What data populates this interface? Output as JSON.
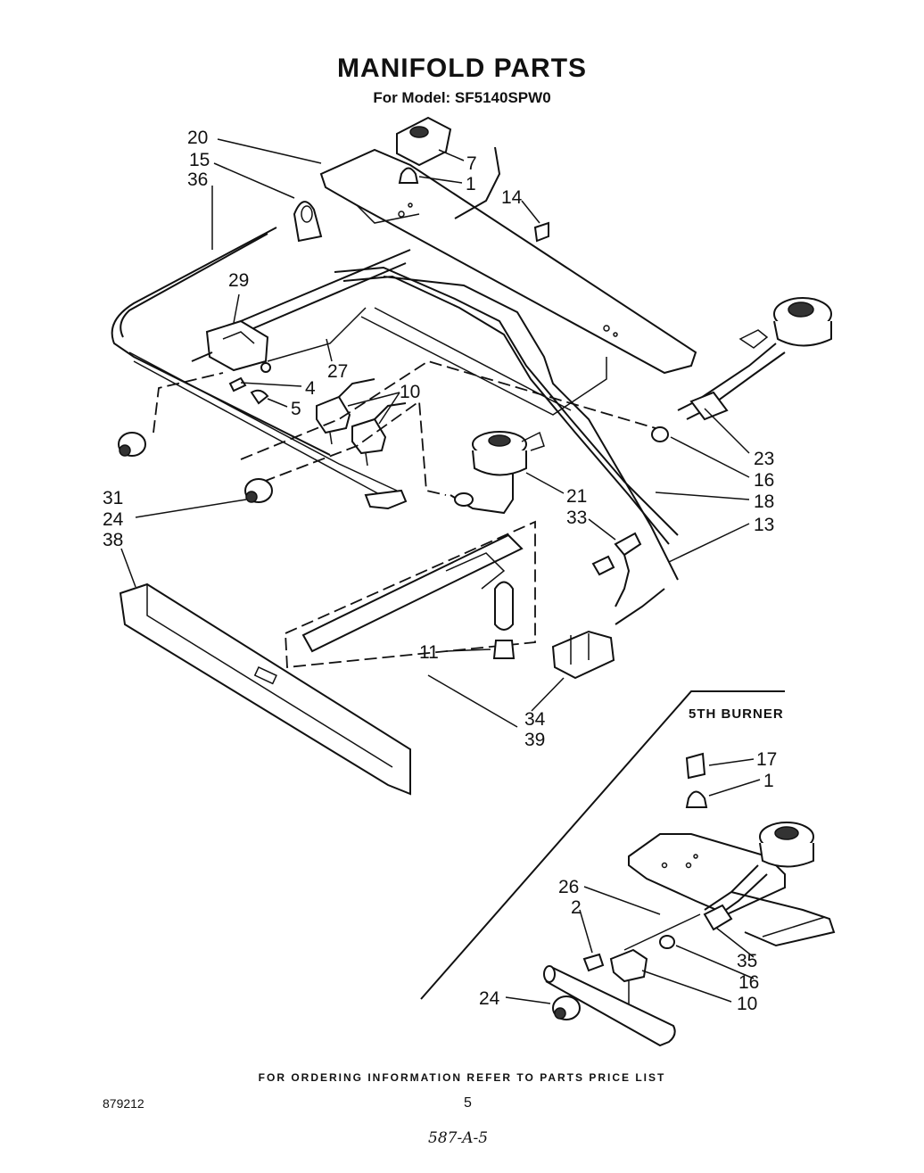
{
  "title": "MANIFOLD PARTS",
  "subtitle": "For Model: SF5140SPW0",
  "section_label": "5TH BURNER",
  "footer_note": "FOR ORDERING INFORMATION REFER TO PARTS PRICE LIST",
  "doc_number": "879212",
  "page_number": "5",
  "handwritten_note": "587-A-5",
  "callouts": {
    "c20": "20",
    "c15": "15",
    "c36": "36",
    "c7": "7",
    "c1a": "1",
    "c14": "14",
    "c29": "29",
    "c27": "27",
    "c4": "4",
    "c5": "5",
    "c10a": "10",
    "c31": "31",
    "c24a": "24",
    "c38": "38",
    "c21": "21",
    "c23": "23",
    "c16a": "16",
    "c18": "18",
    "c33": "33",
    "c13": "13",
    "c11": "11",
    "c34": "34",
    "c39": "39",
    "c17": "17",
    "c1b": "1",
    "c26": "26",
    "c2": "2",
    "c35": "35",
    "c16b": "16",
    "c10b": "10",
    "c24b": "24"
  }
}
